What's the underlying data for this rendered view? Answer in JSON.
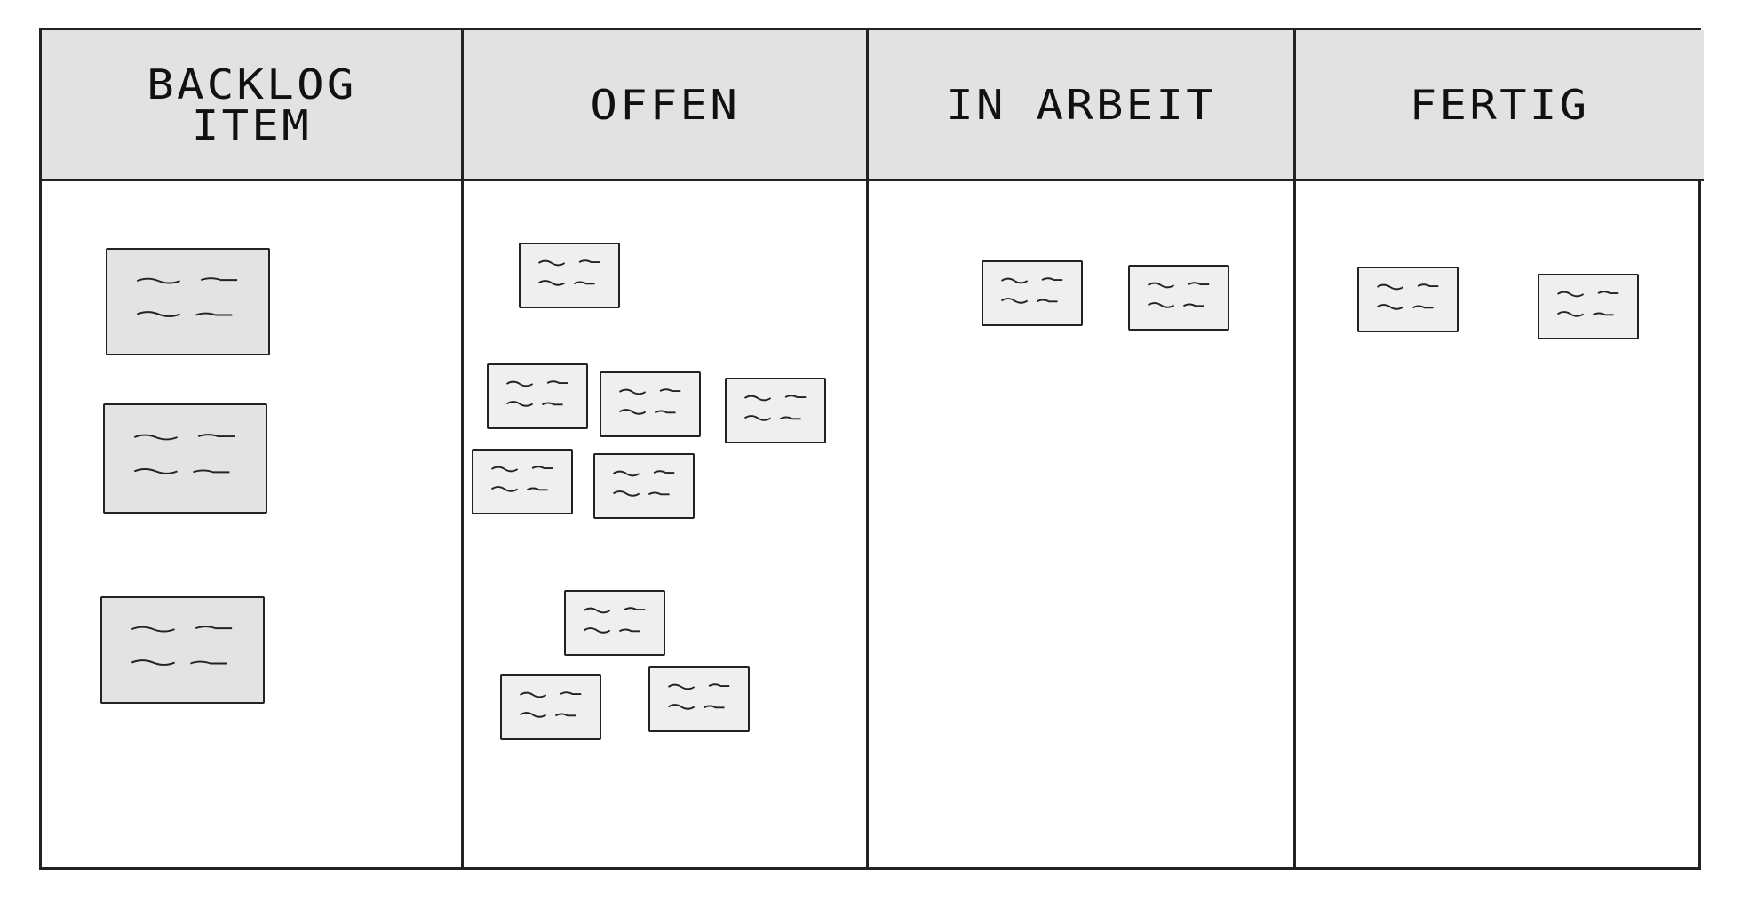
{
  "board": {
    "columns": [
      {
        "title": "BACKLOG\nITEM",
        "card_count": 3
      },
      {
        "title": "OFFEN",
        "card_count": 9
      },
      {
        "title": "IN ARBEIT",
        "card_count": 2
      },
      {
        "title": "FERTIG",
        "card_count": 2
      }
    ]
  },
  "colors": {
    "header_bg": "#e2e2e2",
    "card_bg": "#efefef",
    "backlog_card_bg": "#e3e3e3",
    "line": "#222222"
  }
}
